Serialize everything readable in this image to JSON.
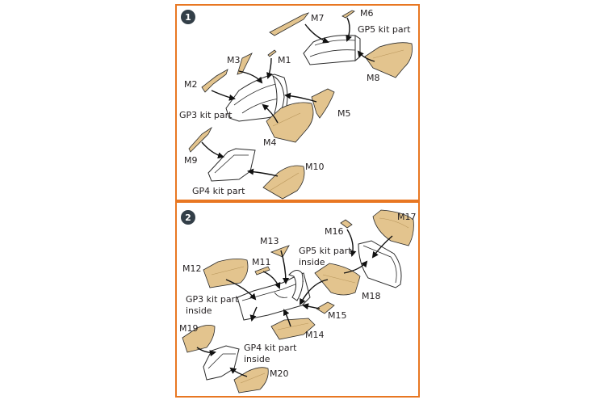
{
  "steps": [
    {
      "number": "1",
      "labels": {
        "m1": "M1",
        "m2": "M2",
        "m3": "M3",
        "m4": "M4",
        "m5": "M5",
        "m6": "M6",
        "m7": "M7",
        "m8": "M8",
        "m9": "M9",
        "m10": "M10",
        "gp3": "GP3 kit part",
        "gp4": "GP4 kit part",
        "gp5": "GP5 kit part"
      }
    },
    {
      "number": "2",
      "labels": {
        "m11": "M11",
        "m12": "M12",
        "m13": "M13",
        "m14": "M14",
        "m15": "M15",
        "m16": "M16",
        "m17": "M17",
        "m18": "M18",
        "m19": "M19",
        "m20": "M20",
        "gp3_line1": "GP3 kit part",
        "gp3_line2": "inside",
        "gp4_line1": "GP4 kit part",
        "gp4_line2": "inside",
        "gp5_line1": "GP5 kit part",
        "gp5_line2": "inside"
      }
    }
  ],
  "colors": {
    "frame": "#e87722",
    "etched_part": "#e3c48e",
    "step_badge": "#333f48"
  }
}
